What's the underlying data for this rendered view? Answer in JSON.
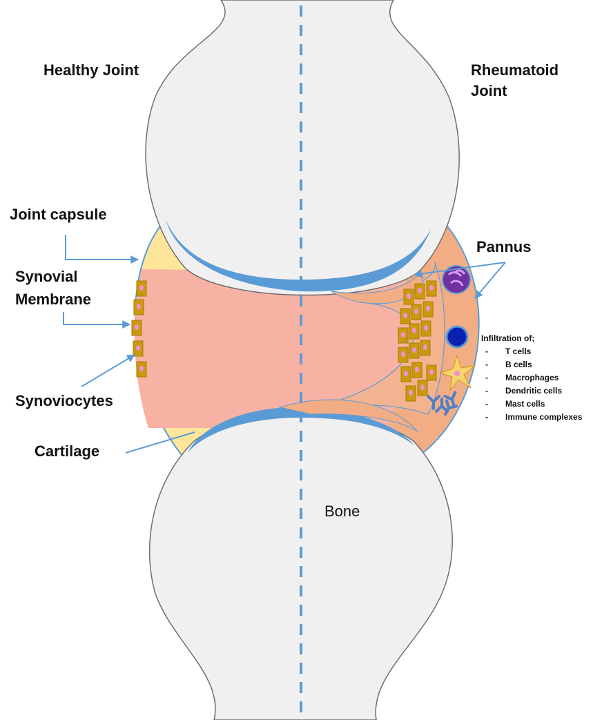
{
  "labels": {
    "healthy_joint": "Healthy Joint",
    "rheumatoid_joint_line1": "Rheumatoid",
    "rheumatoid_joint_line2": "Joint",
    "joint_capsule": "Joint capsule",
    "synovial_membrane_line1": "Synovial",
    "synovial_membrane_line2": "Membrane",
    "synoviocytes": "Synoviocytes",
    "cartilage": "Cartilage",
    "pannus": "Pannus",
    "bone": "Bone",
    "infiltration_heading": "Infiltration of;"
  },
  "infiltration_items": [
    "T cells",
    "B cells",
    "Macrophages",
    "Dendritic cells",
    "Mast cells",
    "Immune complexes"
  ],
  "colors": {
    "bone_fill": "#f0f0f0",
    "cartilage": "#5b9bd5",
    "healthy_synovial_fluid": "#fde59a",
    "inflamed_synovial_fluid": "#f9b9aa",
    "capsule_inflamed": "#f2ad85",
    "synoviocyte": "#c99a0e",
    "synoviocyte_nucleus": "#f28fd9",
    "mast_cell": "#7030a0",
    "lymphocyte": "#0b21b0",
    "dendritic_cell": "#f6d36f",
    "antibody": "#4f7fc7",
    "midline": "#5b9bd5"
  },
  "icons": [
    "synoviocyte-icon",
    "mast-cell-icon",
    "lymphocyte-icon",
    "dendritic-cell-icon",
    "antibody-icon"
  ]
}
